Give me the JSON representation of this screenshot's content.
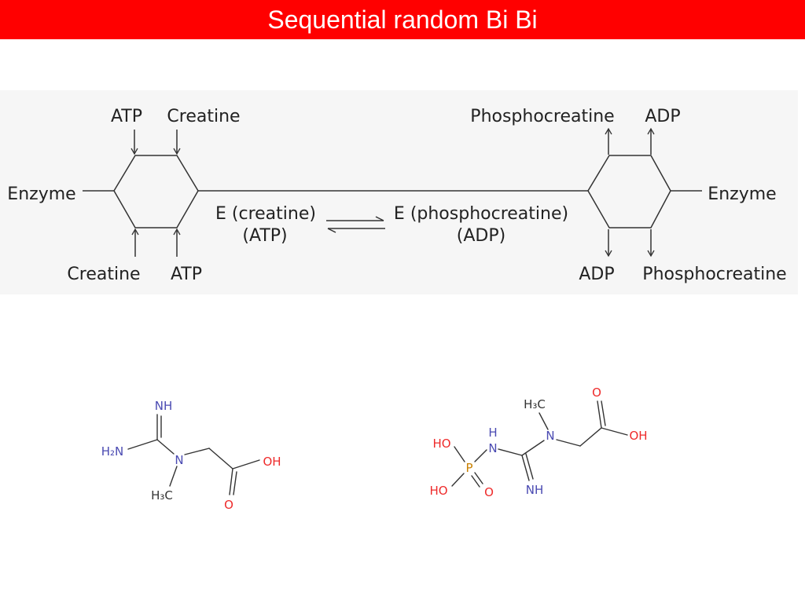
{
  "title": "Sequential random Bi Bi",
  "colors": {
    "title_bar": "#ff0000",
    "title_text": "#ffffff",
    "nitrogen": "#4a4ab2",
    "oxygen": "#ee2a2a",
    "phosphorus": "#c98000"
  },
  "scheme": {
    "left": {
      "top_labels": [
        "ATP",
        "Creatine"
      ],
      "enzyme": "Enzyme",
      "bottom_labels": [
        "Creatine",
        "ATP"
      ]
    },
    "right": {
      "top_labels": [
        "Phosphocreatine",
        "ADP"
      ],
      "enzyme": "Enzyme",
      "bottom_labels": [
        "ADP",
        "Phosphocreatine"
      ]
    },
    "complex_left": {
      "line1": "E (creatine)",
      "line2": "(ATP)"
    },
    "complex_right": {
      "line1": "E (phosphocreatine)",
      "line2": "(ADP)"
    }
  },
  "creatine": {
    "nh": "NH",
    "h2n": "H₂N",
    "n": "N",
    "h3c": "H₃C",
    "oh": "OH",
    "o": "O"
  },
  "phosphocreatine": {
    "h": "H",
    "n1": "N",
    "ho_top": "HO",
    "p": "P",
    "ho_bottom": "HO",
    "o_p": "O",
    "nh": "NH",
    "n2": "N",
    "h3c": "H₃C",
    "o": "O",
    "oh": "OH"
  }
}
